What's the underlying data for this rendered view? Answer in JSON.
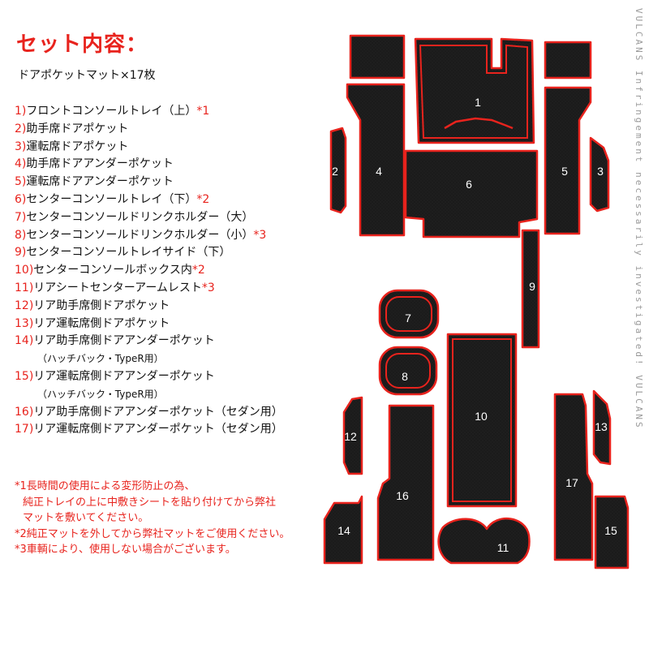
{
  "title": "セット内容：",
  "subtitle": "ドアポケットマット×17枚",
  "items": [
    {
      "num": "1)",
      "text": "フロントコンソールトレイ（上）",
      "mark": "*1"
    },
    {
      "num": "2)",
      "text": "助手席ドアポケット",
      "mark": ""
    },
    {
      "num": "3)",
      "text": "運転席ドアポケット",
      "mark": ""
    },
    {
      "num": "4)",
      "text": "助手席ドアアンダーポケット",
      "mark": ""
    },
    {
      "num": "5)",
      "text": "運転席ドアアンダーポケット",
      "mark": ""
    },
    {
      "num": "6)",
      "text": "センターコンソールトレイ（下）",
      "mark": "*2"
    },
    {
      "num": "7)",
      "text": "センターコンソールドリンクホルダー（大）",
      "mark": ""
    },
    {
      "num": "8)",
      "text": "センターコンソールドリンクホルダー（小）",
      "mark": "*3"
    },
    {
      "num": "9)",
      "text": "センターコンソールトレイサイド（下）",
      "mark": ""
    },
    {
      "num": "10)",
      "text": "センターコンソールボックス内",
      "mark": "*2"
    },
    {
      "num": "11)",
      "text": "リアシートセンターアームレスト",
      "mark": "*3"
    },
    {
      "num": "12)",
      "text": "リア助手席側ドアポケット",
      "mark": ""
    },
    {
      "num": "13)",
      "text": "リア運転席側ドアポケット",
      "mark": ""
    },
    {
      "num": "14)",
      "text": "リア助手席側ドアアンダーポケット",
      "mark": ""
    },
    {
      "num": "",
      "text": "（ハッチバック・TypeR用）",
      "mark": "",
      "sub": true
    },
    {
      "num": "15)",
      "text": "リア運転席側ドアアンダーポケット",
      "mark": ""
    },
    {
      "num": "",
      "text": "（ハッチバック・TypeR用）",
      "mark": "",
      "sub": true
    },
    {
      "num": "16)",
      "text": "リア助手席側ドアアンダーポケット（セダン用）",
      "mark": ""
    },
    {
      "num": "17)",
      "text": "リア運転席側ドアアンダーポケット（セダン用）",
      "mark": ""
    }
  ],
  "notes": [
    "*1長時間の使用による変形防止の為、",
    "純正トレイの上に中敷きシートを貼り付けてから弊社",
    "マットを敷いてください。",
    "*2純正マットを外してから弊社マットをご使用ください。",
    "*3車輌により、使用しない場合がございます。"
  ],
  "mat_labels": {
    "m1": "1",
    "m2": "2",
    "m3": "3",
    "m4": "4",
    "m5": "5",
    "m6": "6",
    "m7": "7",
    "m8": "8",
    "m9": "9",
    "m10": "10",
    "m11": "11",
    "m12": "12",
    "m13": "13",
    "m14": "14",
    "m15": "15",
    "m16": "16",
    "m17": "17"
  },
  "watermark": "VULCANS Infringement necessarily investigated! VULCANS",
  "colors": {
    "accent": "#e8231d",
    "mat": "#1a1a1a",
    "edge": "#e8231d"
  }
}
